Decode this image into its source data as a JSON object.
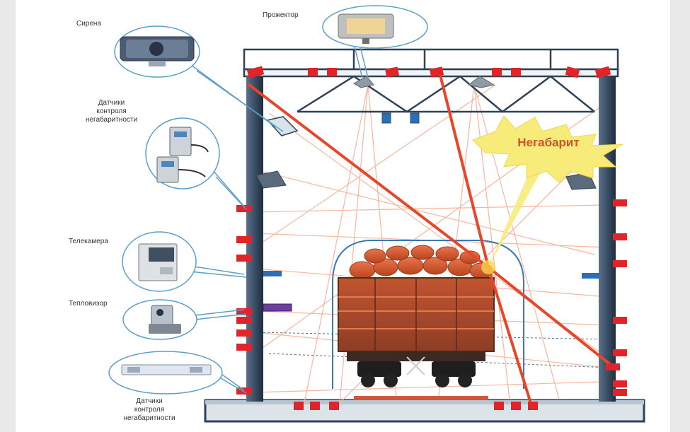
{
  "labels": {
    "siren": "Сирена",
    "projector": "Прожектор",
    "sensors_top": "Датчики\nконтроля\nнегабаритности",
    "camera": "Телекамера",
    "thermal": "Тепловизор",
    "sensors_bottom": "Датчики\nконтроля\nнегабаритности",
    "oversize": "Негабарит"
  },
  "colors": {
    "frame": "#2f4157",
    "laser": "#e8452a",
    "burst": "#f7ec7a",
    "burst_text": "#d0522b",
    "wagon": "#c9572f",
    "sensor": "#e0242a",
    "callout": "#5d9ec9"
  }
}
